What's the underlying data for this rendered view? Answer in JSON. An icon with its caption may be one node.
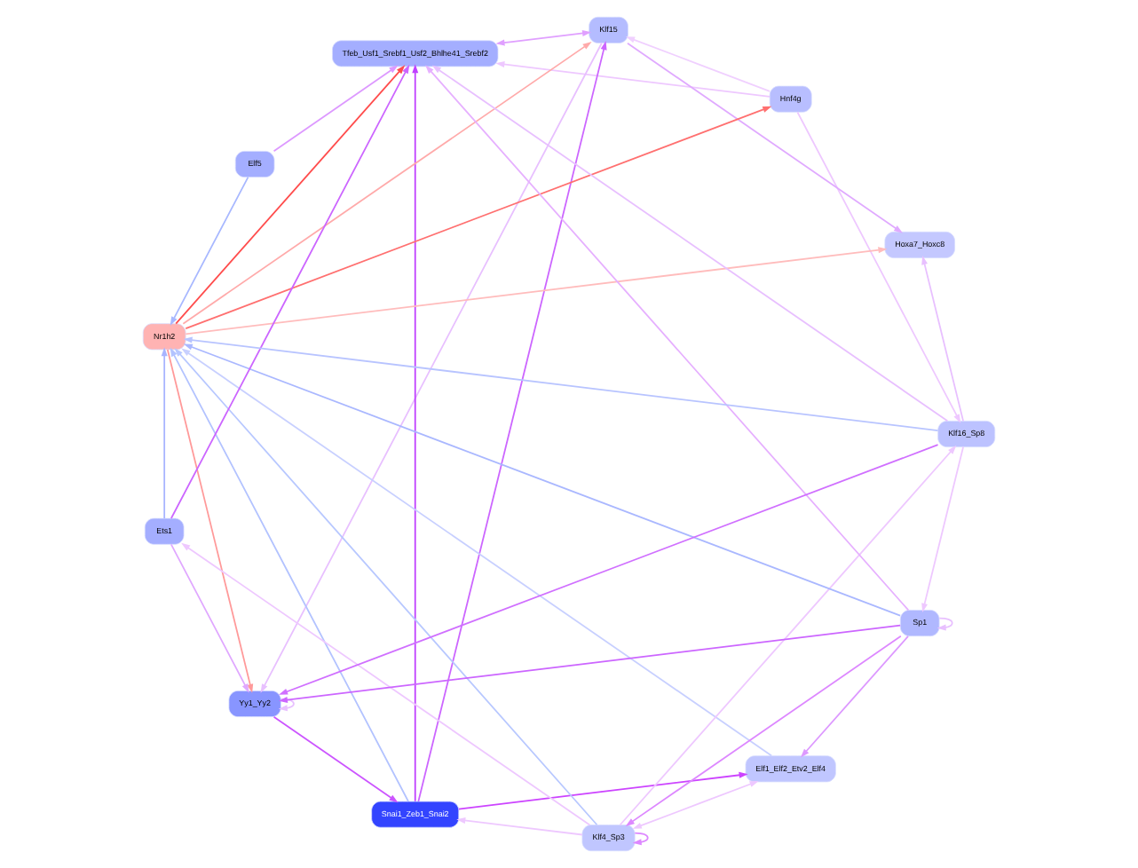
{
  "diagram": {
    "nodes": [
      {
        "text": [
          "Yy1_Yy2"
        ]
      },
      {
        "text": [
          "Hoxa7_Hoxc8"
        ]
      },
      {
        "text": [
          "Hnf4g"
        ]
      },
      {
        "text": [
          "Klf15"
        ]
      },
      {
        "text": [
          "Snai1_Zeb1_Snai2"
        ]
      },
      {
        "text": [
          "Tfeb_Usf1_Srebf1_Usf2_Bhlhe41_Srebf2"
        ]
      },
      {
        "text": [
          "Nr1h2"
        ]
      },
      {
        "text": [
          "Elf1_Elf2_Etv2_Elf4"
        ]
      },
      {
        "text": [
          "Elf5"
        ]
      },
      {
        "text": [
          "Klf4_Sp3"
        ]
      },
      {
        "text": [
          "Sp1"
        ]
      },
      {
        "text": [
          "Ets1"
        ]
      },
      {
        "text": [
          "Klf16_Sp8"
        ]
      }
    ],
    "edges": [
      {
        "from": 6,
        "to": 2,
        "arrow": "to",
        "color": "#ff7070"
      },
      {
        "from": 6,
        "to": 5,
        "arrow": "to",
        "color": "#ff4d4d"
      },
      {
        "from": 6,
        "to": 0,
        "arrow": "to",
        "color": "#ff9a9a"
      },
      {
        "from": 6,
        "to": 1,
        "arrow": "to",
        "color": "#ffbcbc"
      },
      {
        "from": 6,
        "to": 3,
        "arrow": "to",
        "color": "#ffaaaa"
      },
      {
        "from": 4,
        "to": 6,
        "arrow": "to",
        "color": "#b3c3ff"
      },
      {
        "from": 7,
        "to": 6,
        "arrow": "to",
        "color": "#c8d0ff"
      },
      {
        "from": 9,
        "to": 6,
        "arrow": "to",
        "color": "#b8c8ff"
      },
      {
        "from": 11,
        "to": 6,
        "arrow": "to",
        "color": "#a8b4ff"
      },
      {
        "from": 12,
        "to": 6,
        "arrow": "to",
        "color": "#b8c4ff"
      },
      {
        "from": 10,
        "to": 6,
        "arrow": "to",
        "color": "#aab8ff"
      },
      {
        "from": 8,
        "to": 6,
        "arrow": "to",
        "color": "#a8b8ff"
      },
      {
        "from": 0,
        "to": 4,
        "arrow": "to",
        "color": "#cc55ff"
      },
      {
        "from": 4,
        "to": 3,
        "arrow": "to",
        "color": "#cc66ff"
      },
      {
        "from": 4,
        "to": 5,
        "arrow": "to",
        "color": "#c040ff"
      },
      {
        "from": 4,
        "to": 7,
        "arrow": "to",
        "color": "#cc44ff"
      },
      {
        "from": 0,
        "to": 0,
        "arrow": "to",
        "color": "#e8c0ff"
      },
      {
        "from": 10,
        "to": 10,
        "arrow": "to",
        "color": "#e8c0ff"
      },
      {
        "from": 9,
        "to": 9,
        "arrow": "to",
        "color": "#dd88ff"
      },
      {
        "from": 3,
        "to": 1,
        "arrow": "to",
        "color": "#e0aaff"
      },
      {
        "from": 3,
        "to": 5,
        "arrow": "both",
        "color": "#e0a0ff"
      },
      {
        "from": 8,
        "to": 5,
        "arrow": "to",
        "color": "#dd99ff"
      },
      {
        "from": 10,
        "to": 0,
        "arrow": "to",
        "color": "#cc66ff"
      },
      {
        "from": 12,
        "to": 0,
        "arrow": "to",
        "color": "#d070ff"
      },
      {
        "from": 11,
        "to": 5,
        "arrow": "to",
        "color": "#cc66ff"
      },
      {
        "from": 10,
        "to": 5,
        "arrow": "to",
        "color": "#e6b0ff"
      },
      {
        "from": 12,
        "to": 5,
        "arrow": "to",
        "color": "#e8c0ff"
      },
      {
        "from": 9,
        "to": 12,
        "arrow": "to",
        "color": "#eec8ff"
      },
      {
        "from": 9,
        "to": 11,
        "arrow": "to",
        "color": "#eec8ff"
      },
      {
        "from": 12,
        "to": 10,
        "arrow": "to",
        "color": "#eec8ff"
      },
      {
        "from": 7,
        "to": 9,
        "arrow": "both",
        "color": "#eec8ff"
      },
      {
        "from": 10,
        "to": 7,
        "arrow": "to",
        "color": "#dd99ff"
      },
      {
        "from": 10,
        "to": 9,
        "arrow": "to",
        "color": "#dd88ff"
      },
      {
        "from": 2,
        "to": 3,
        "arrow": "to",
        "color": "#f0d0ff"
      },
      {
        "from": 2,
        "to": 5,
        "arrow": "to",
        "color": "#eec8ff"
      },
      {
        "from": 2,
        "to": 12,
        "arrow": "to",
        "color": "#eec8ff"
      },
      {
        "from": 11,
        "to": 0,
        "arrow": "to",
        "color": "#e0a8ff"
      },
      {
        "from": 3,
        "to": 0,
        "arrow": "to",
        "color": "#e8c0ff"
      },
      {
        "from": 9,
        "to": 4,
        "arrow": "to",
        "color": "#eec8ff"
      },
      {
        "from": 12,
        "to": 1,
        "arrow": "to",
        "color": "#e8c0ff"
      }
    ]
  }
}
